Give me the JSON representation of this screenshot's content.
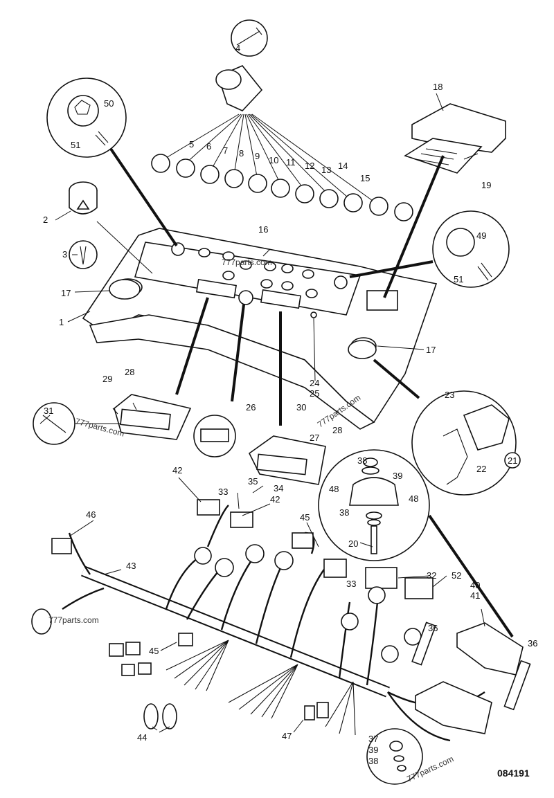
{
  "labels": [
    "1",
    "2",
    "3",
    "4",
    "5",
    "6",
    "7",
    "8",
    "9",
    "10",
    "11",
    "12",
    "13",
    "14",
    "15",
    "16",
    "17",
    "17",
    "18",
    "19",
    "20",
    "21",
    "22",
    "23",
    "24",
    "25",
    "26",
    "27",
    "28",
    "28",
    "29",
    "30",
    "31",
    "32",
    "33",
    "33",
    "34",
    "35",
    "36",
    "36",
    "37",
    "38",
    "38",
    "38",
    "39",
    "39",
    "40",
    "41",
    "42",
    "42",
    "43",
    "44",
    "45",
    "45",
    "46",
    "47",
    "48",
    "48",
    "49",
    "50",
    "51",
    "51",
    "52"
  ],
  "drawing_number": "084191",
  "watermarks": [
    "777parts.com",
    "777parts.com",
    "777parts.com",
    "777parts.com",
    "777parts.com"
  ]
}
